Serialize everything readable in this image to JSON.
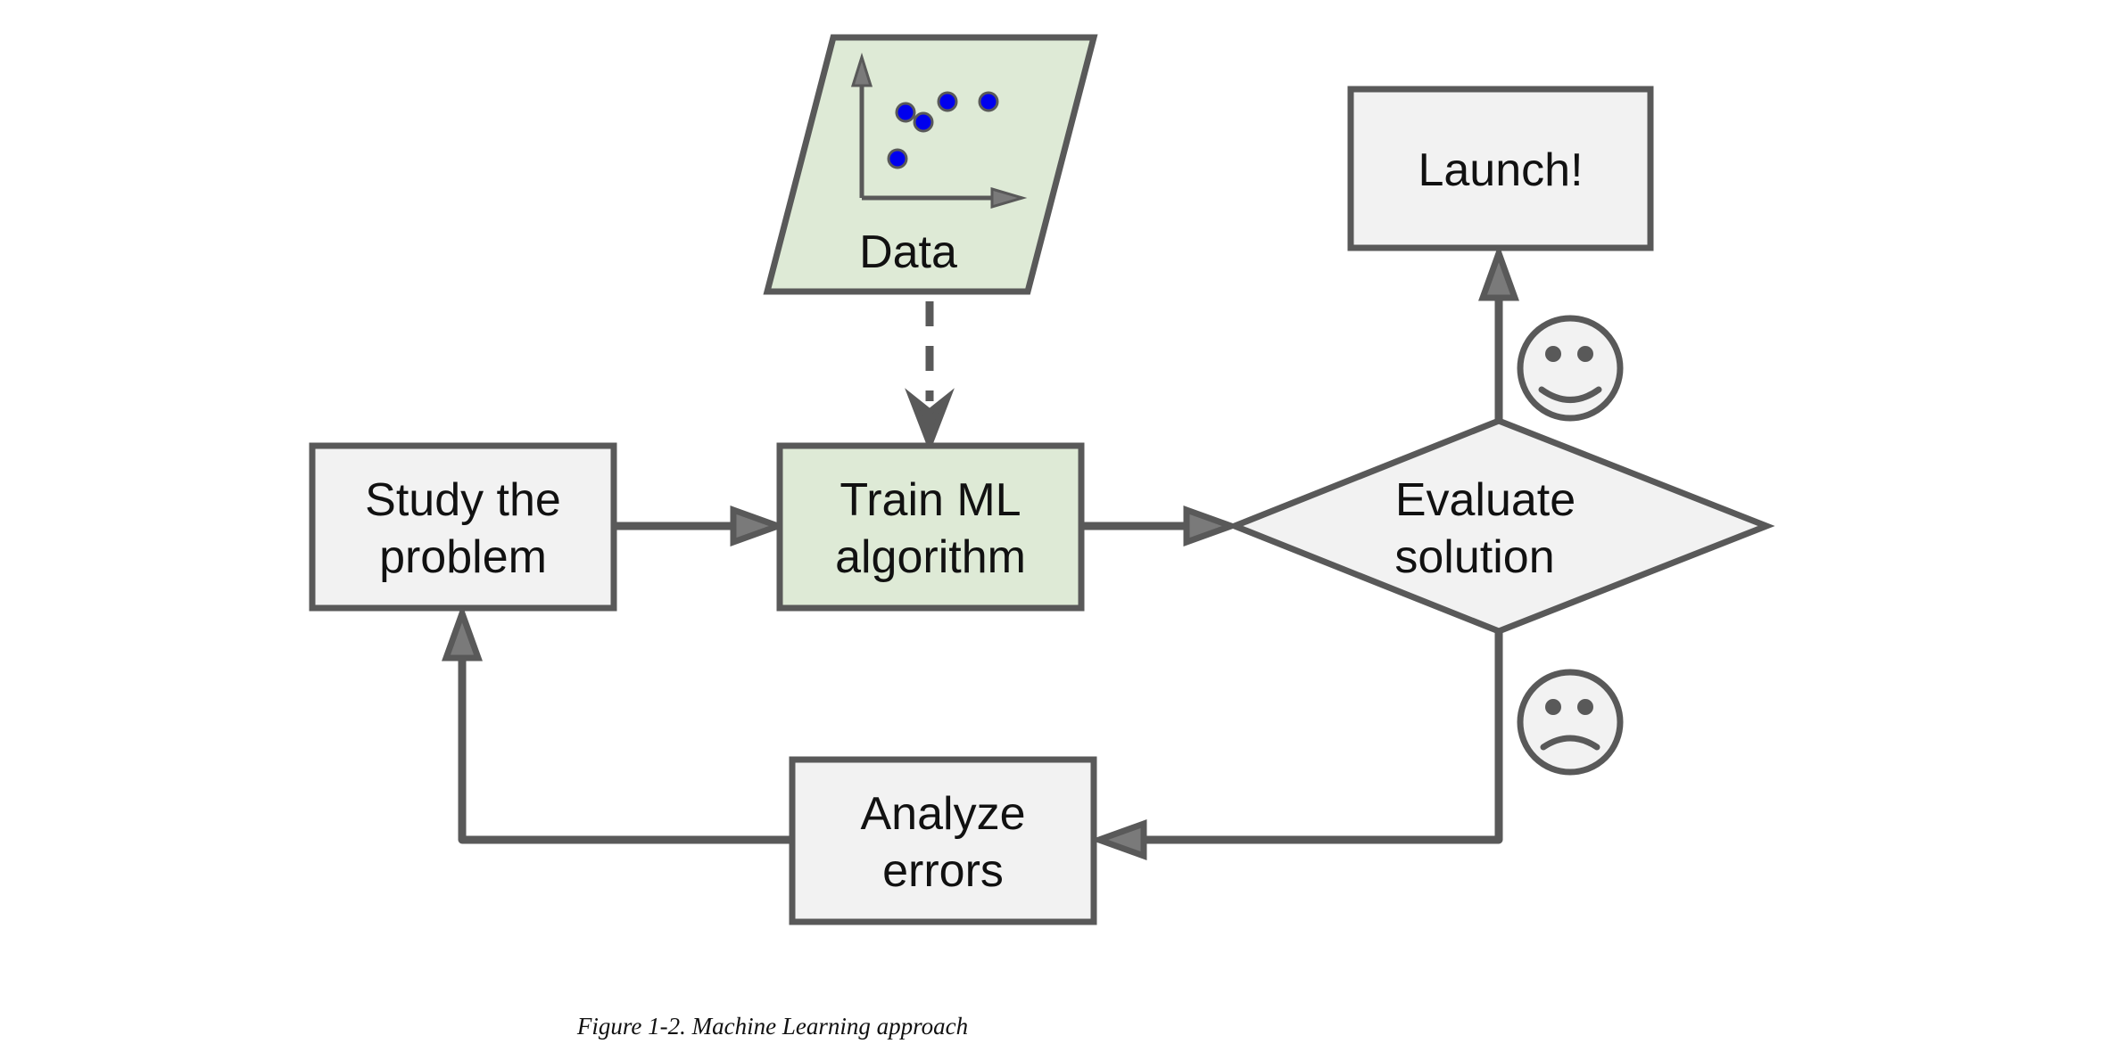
{
  "colors": {
    "stroke": "#595959",
    "box_fill": "#f2f2f2",
    "ml_fill": "#deead6",
    "data_fill": "#deead6",
    "point_fill": "#0000ee",
    "text": "#111111"
  },
  "nodes": {
    "data": {
      "label": "Data",
      "icon": "scatter-plot-icon"
    },
    "study": {
      "line1": "Study the",
      "line2": "problem"
    },
    "train": {
      "line1": "Train ML",
      "line2": "algorithm"
    },
    "evaluate": {
      "line1": "Evaluate",
      "line2": "solution"
    },
    "launch": {
      "label": "Launch!"
    },
    "analyze": {
      "line1": "Analyze",
      "line2": "errors"
    }
  },
  "icons": {
    "happy": "smiley-face-icon",
    "sad": "sad-face-icon"
  },
  "caption": "Figure 1-2. Machine Learning approach"
}
